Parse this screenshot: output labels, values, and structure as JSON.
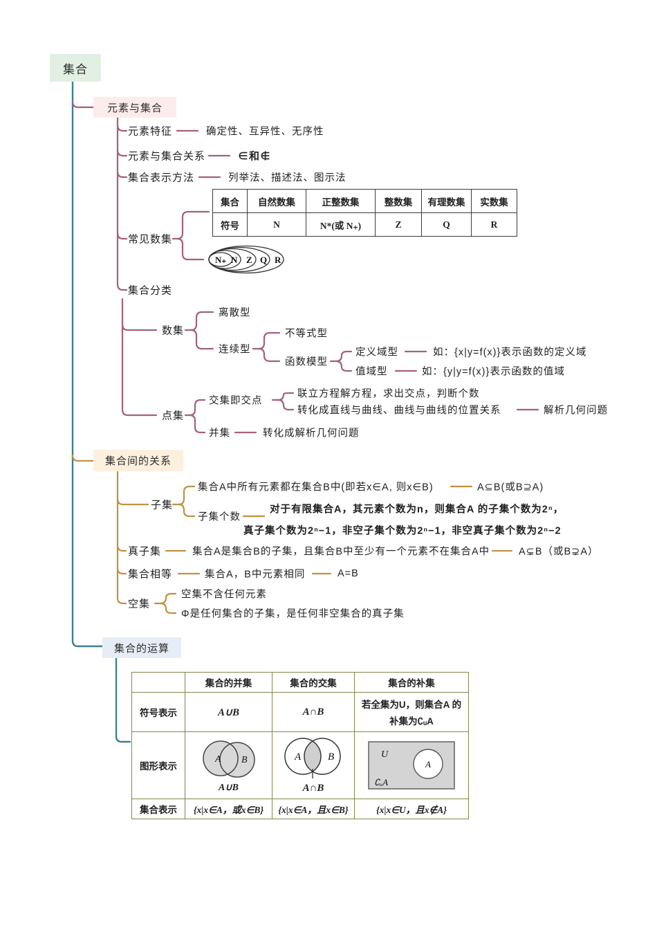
{
  "root": {
    "label": "集合"
  },
  "s1": {
    "title": "元素与集合",
    "feature_label": "元素特征",
    "feature_value": "确定性、互异性、无序性",
    "relation_label": "元素与集合关系",
    "relation_value": "∈和∉",
    "repr_label": "集合表示方法",
    "repr_value": "列举法、描述法、图示法",
    "common_label": "常见数集",
    "table": {
      "headers": [
        "集合",
        "自然数集",
        "正整数集",
        "整数集",
        "有理数集",
        "实数集"
      ],
      "row_label": "符号",
      "symbols": [
        "N",
        "N*(或 N₊)",
        "Z",
        "Q",
        "R"
      ]
    },
    "nested": [
      "N₊",
      "N",
      "Z",
      "Q",
      "R"
    ],
    "class_label": "集合分类",
    "numset_label": "数集",
    "discrete": "离散型",
    "continuous": "连续型",
    "inequality": "不等式型",
    "func_model": "函数模型",
    "domain_label": "定义域型",
    "domain_value": "如：{x|y=f(x)}表示函数的定义域",
    "range_label": "值域型",
    "range_value": "如：{y|y=f(x)}表示函数的值域",
    "pointset_label": "点集",
    "inter_label": "交集即交点",
    "inter_value1": "联立方程解方程，求出交点，判断个数",
    "inter_value2": "转化成直线与曲线、曲线与曲线的位置关系",
    "inter_tail": "解析几何问题",
    "union_label": "并集",
    "union_value": "转化成解析几何问题"
  },
  "s2": {
    "title": "集合间的关系",
    "subset_label": "子集",
    "subset_def": "集合A中所有元素都在集合B中(即若x∈A, 则x∈B)",
    "subset_sym": "A⊆B(或B⊇A)",
    "count_label": "子集个数",
    "count_line1": "对于有限集合A，其元素个数为n，则集合A 的子集个数为2ⁿ，",
    "count_line2": "真子集个数为2ⁿ−1，非空子集个数为2ⁿ−1，非空真子集个数为2ⁿ−2",
    "proper_label": "真子集",
    "proper_def": "集合A是集合B的子集，且集合B中至少有一个元素不在集合A中",
    "proper_sym": "A⊊B（或B⊋A）",
    "equal_label": "集合相等",
    "equal_def": "集合A，B中元素相同",
    "equal_sym": "A=B",
    "empty_label": "空集",
    "empty_line1": "空集不含任何元素",
    "empty_line2": "Φ是任何集合的子集，是任何非空集合的真子集"
  },
  "s3": {
    "title": "集合的运算",
    "col_headers": [
      "集合的并集",
      "集合的交集",
      "集合的补集"
    ],
    "row_headers": [
      "符号表示",
      "图形表示",
      "集合表示"
    ],
    "sym_union": "A∪B",
    "sym_inter": "A∩B",
    "comp_line1": "若全集为U，则集合A 的",
    "comp_line2": "补集为∁ᵤA",
    "venn": {
      "A": "A",
      "B": "B",
      "U": "U",
      "union_label": "A∪B",
      "inter_label": "A∩B",
      "comp_label": "∁ᵤA"
    },
    "set_union": "{x|x∈A，或x∈B}",
    "set_inter": "{x|x∈A，且x∈B}",
    "set_comp": "{x|x∈U，且x∉A}"
  },
  "colors": {
    "trunk": "#3e7e92",
    "branch1": "#a4607c",
    "branch2": "#c19140",
    "root_bg": "#e2efe3",
    "s1_bg": "#fdecec",
    "s2_bg": "#fdf0df",
    "s3_bg": "#e7edf6",
    "table1_border": "#3a3a3a",
    "table2_border": "#7b8b4c",
    "venn_fill": "#d8d8d8"
  }
}
